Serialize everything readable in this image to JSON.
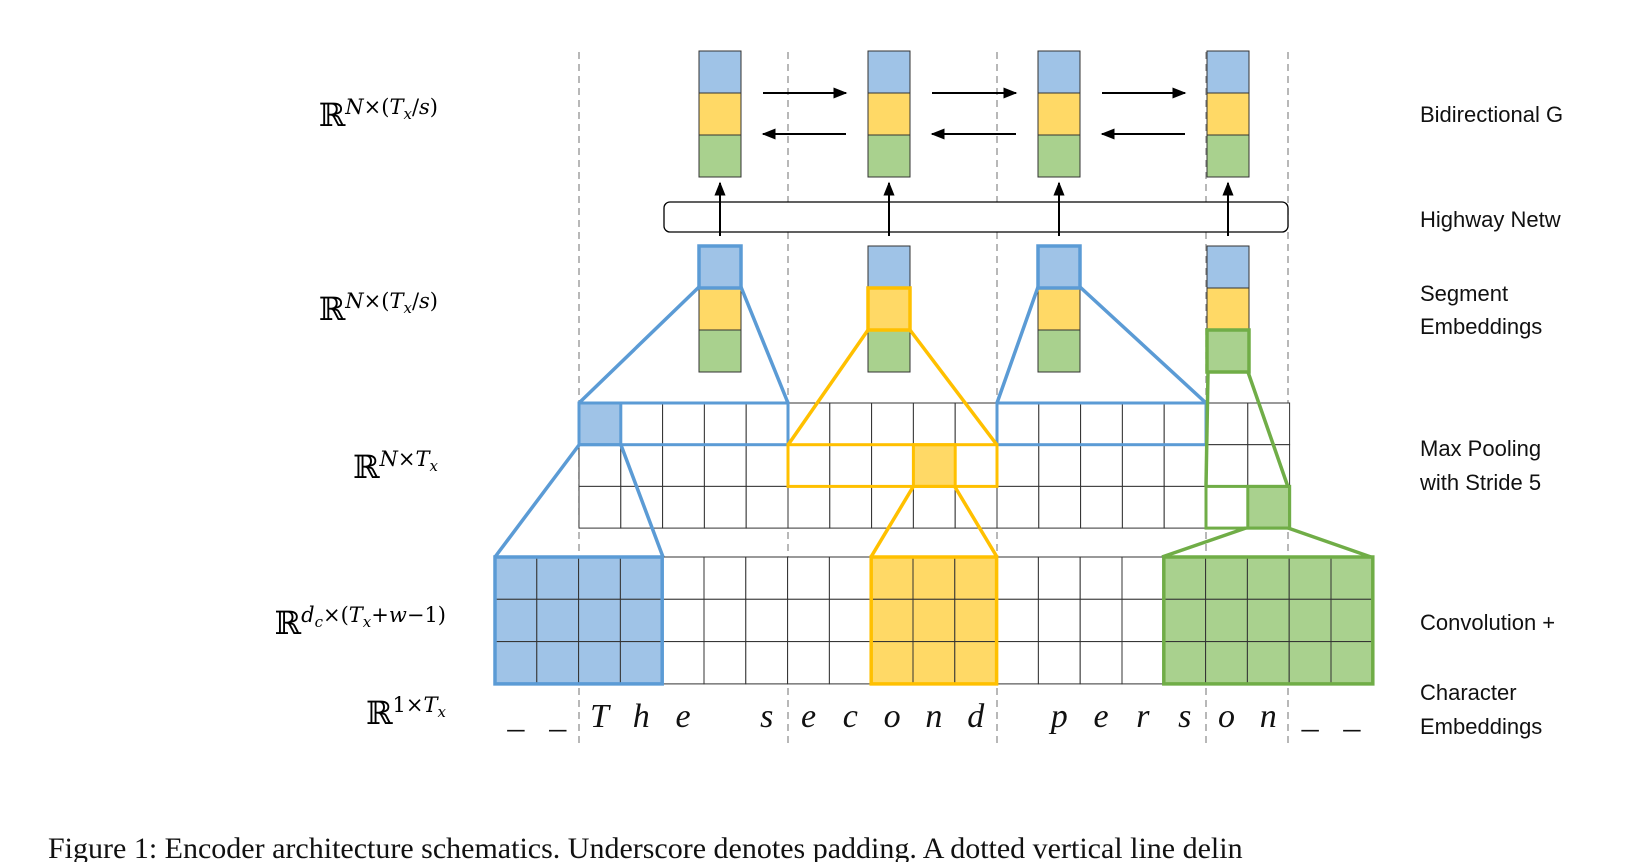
{
  "row_dims": [
    {
      "row": "bidirectional",
      "sup": "N×(Tx/s)"
    },
    {
      "row": "segment",
      "sup": "N×(Tx/s)"
    },
    {
      "row": "maxpool",
      "sup": "N×Tx"
    },
    {
      "row": "conv",
      "sup": "dc×(Tx+w−1)"
    },
    {
      "row": "charemb",
      "sup": "1×Tx"
    }
  ],
  "dim_symbol": "ℝ",
  "layer_labels": {
    "bidirectional": "Bidirectional G",
    "highway": "Highway Netw",
    "segment_line1": "Segment",
    "segment_line2": "Embeddings",
    "maxpool_line1": "Max Pooling",
    "maxpool_line2": "with Stride 5",
    "conv": "Convolution +",
    "charemb_line1": "Character",
    "charemb_line2": "Embeddings"
  },
  "characters": [
    "_",
    "_",
    "T",
    "h",
    "e",
    "",
    "s",
    "e",
    "c",
    "o",
    "n",
    "d",
    "",
    "p",
    "e",
    "r",
    "s",
    "o",
    "n",
    "_",
    "_"
  ],
  "caption": "Figure 1: Encoder architecture schematics. Underscore denotes padding. A dotted vertical line delin",
  "colors": {
    "blue_fill": "#9fc3e7",
    "blue_stroke": "#5b9bd5",
    "yellow_fill": "#ffd966",
    "yellow_stroke": "#ffc000",
    "green_fill": "#a9d18e",
    "green_stroke": "#70ad47"
  }
}
